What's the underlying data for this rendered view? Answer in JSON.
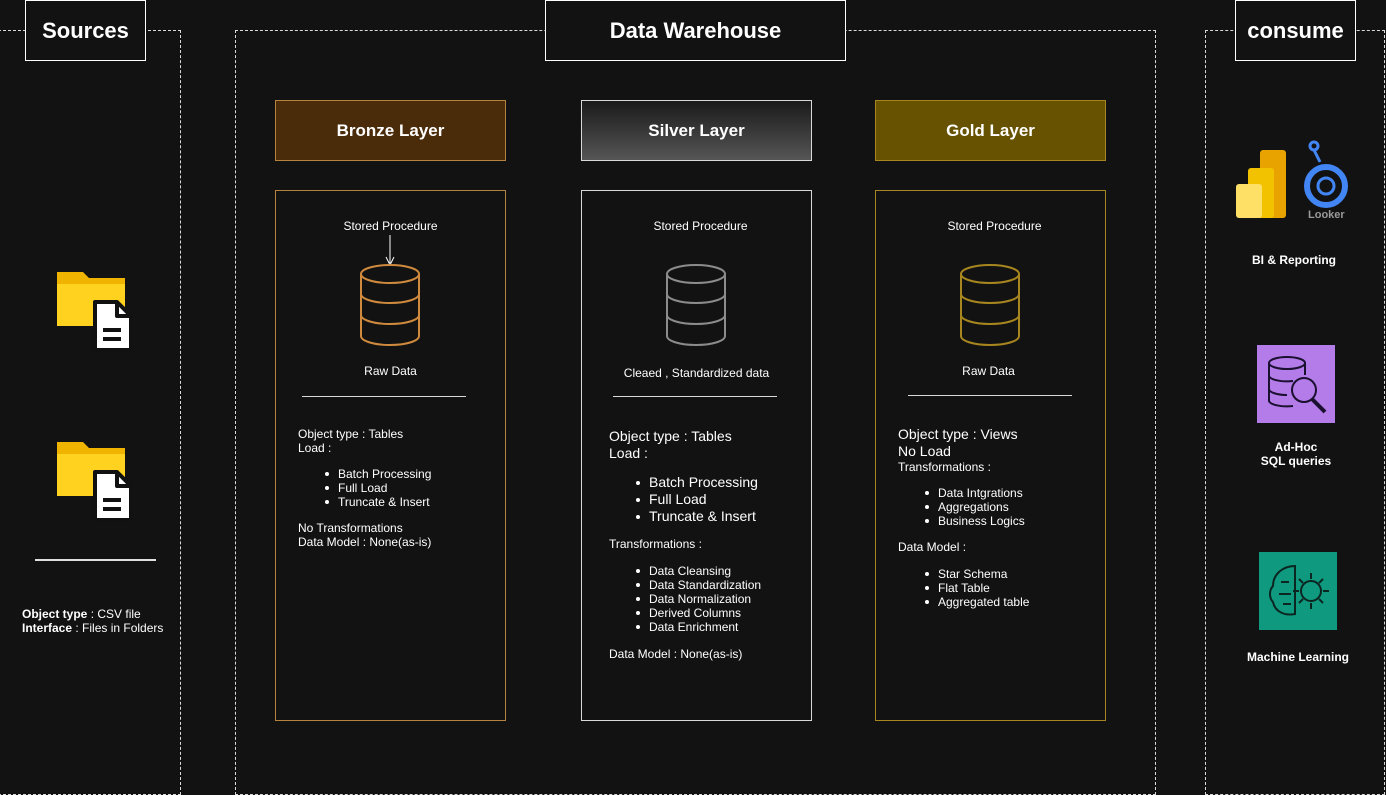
{
  "zones": {
    "sources": {
      "title": "Sources"
    },
    "warehouse": {
      "title": "Data Warehouse"
    },
    "consume": {
      "title": "consume"
    }
  },
  "sources": {
    "object_type_label": "Object type",
    "object_type_value": " : CSV file",
    "interface_label": "Interface",
    "interface_value": " : Files in Folders"
  },
  "layers": {
    "bronze": {
      "title": "Bronze Layer",
      "header_color": "#4a2b0a",
      "border_color": "#b5833c",
      "db_color": "#d08a3e",
      "procedure": "Stored Procedure",
      "caption": "Raw Data",
      "object_type": "Object type :  Tables",
      "load": "Load :",
      "load_items": [
        "Batch Processing",
        "Full Load",
        "Truncate & Insert"
      ],
      "transformations": "No Transformations",
      "data_model": "Data Model  : None(as-is)"
    },
    "silver": {
      "title": "Silver Layer",
      "border_color": "#d9d9d9",
      "db_color": "#8c8c8c",
      "procedure": "Stored Procedure",
      "caption": "Cleaed , Standardized data",
      "object_type": "Object type :  Tables",
      "load": "Load :",
      "load_items": [
        "Batch Processing",
        "Full Load",
        "Truncate & Insert"
      ],
      "transformations": "Transformations :",
      "transform_items": [
        "Data Cleansing",
        "Data Standardization",
        "Data Normalization",
        "Derived Columns",
        "Data Enrichment"
      ],
      "data_model": "Data Model  : None(as-is)"
    },
    "gold": {
      "title": "Gold Layer",
      "header_color": "#665200",
      "border_color": "#a8861f",
      "db_color": "#a8861f",
      "procedure": "Stored Procedure",
      "caption": "Raw Data",
      "object_type": "Object type :  Views",
      "load": "No Load",
      "transformations": "Transformations :",
      "transform_items": [
        "Data Intgrations",
        "Aggregations",
        "Business Logics"
      ],
      "data_model": "Data Model  :",
      "model_items": [
        "Star Schema",
        "Flat Table",
        "Aggregated table"
      ]
    }
  },
  "consume": {
    "bi_label": "BI & Reporting",
    "looker_text": "Looker",
    "adhoc_label_1": "Ad-Hoc",
    "adhoc_label_2": "SQL queries",
    "ml_label": "Machine Learning"
  },
  "icons": {
    "folder": "folder-file-icon",
    "database": "database-icon",
    "powerbi": "power-bi-icon",
    "looker": "looker-icon",
    "sql": "sql-query-icon",
    "ml": "machine-learning-icon"
  }
}
